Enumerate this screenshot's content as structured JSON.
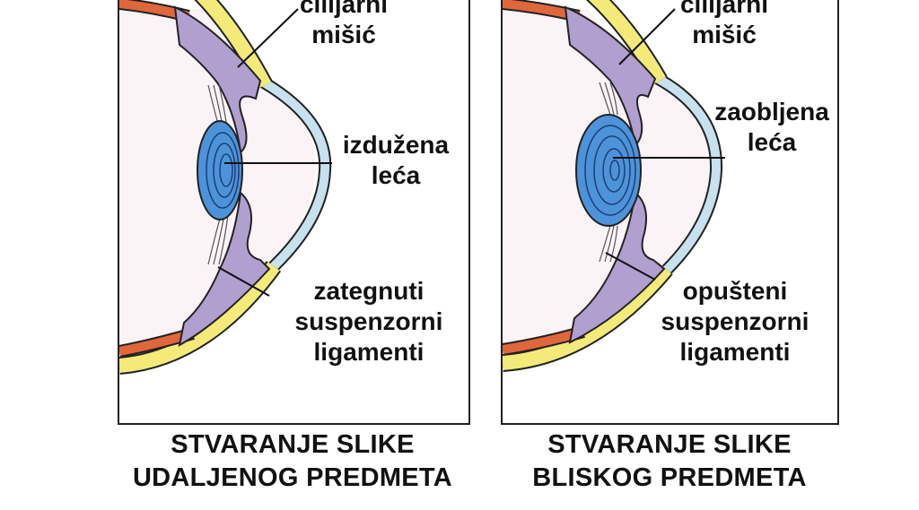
{
  "panels": [
    {
      "id": "left",
      "labels": {
        "muscle": [
          "cilijarni",
          "mišić"
        ],
        "lens": [
          "izdužena",
          "leća"
        ],
        "ligaments": [
          "zategnuti",
          "suspenzorni",
          "ligamenti"
        ]
      },
      "caption": [
        "STVARANJE SLIKE",
        "UDALJENOG PREDMETA"
      ]
    },
    {
      "id": "right",
      "labels": {
        "muscle": [
          "cilijarni",
          "mišić"
        ],
        "lens": [
          "zaobljena",
          "leća"
        ],
        "ligaments": [
          "opušteni",
          "suspenzorni",
          "ligamenti"
        ]
      },
      "caption": [
        "STVARANJE SLIKE",
        "BLISKOG PREDMETA"
      ]
    }
  ],
  "colors": {
    "sclera": "#f3ea7a",
    "choroid": "#e0663c",
    "ciliary": "#b19fd0",
    "cornea": "#c7e1ee",
    "lens": "#4d93d9",
    "interior": "#fbf3f6",
    "outline": "#222222"
  }
}
